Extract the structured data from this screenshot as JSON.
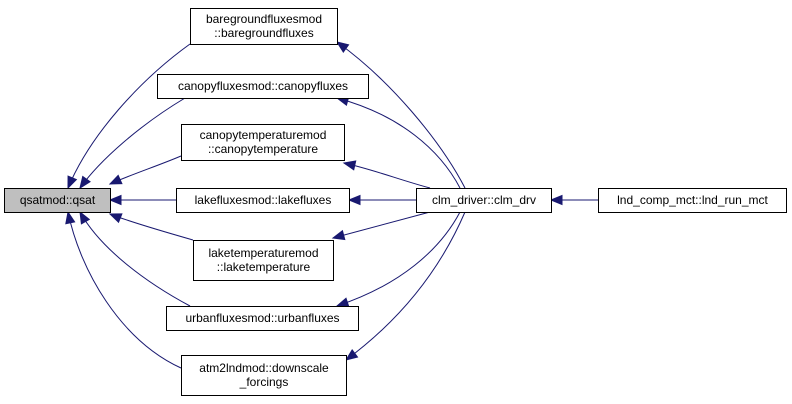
{
  "colors": {
    "edge": "#191970",
    "node_fill": "#ffffff",
    "highlight_fill": "#bfbfbf",
    "border": "#000000"
  },
  "graph": {
    "nodes": [
      {
        "id": "qsat",
        "lines": [
          "qsatmod::qsat"
        ],
        "highlighted": true
      },
      {
        "id": "bareground",
        "lines": [
          "baregroundfluxesmod",
          "::baregroundfluxes"
        ]
      },
      {
        "id": "canopyfluxes",
        "lines": [
          "canopyfluxesmod::canopyfluxes"
        ]
      },
      {
        "id": "canopytemp",
        "lines": [
          "canopytemperaturemod",
          "::canopytemperature"
        ]
      },
      {
        "id": "lakefluxes",
        "lines": [
          "lakefluxesmod::lakefluxes"
        ]
      },
      {
        "id": "laketemp",
        "lines": [
          "laketemperaturemod",
          "::laketemperature"
        ]
      },
      {
        "id": "urbanfluxes",
        "lines": [
          "urbanfluxesmod::urbanfluxes"
        ]
      },
      {
        "id": "downscale",
        "lines": [
          "atm2lndmod::downscale",
          "_forcings"
        ]
      },
      {
        "id": "clmdrv",
        "lines": [
          "clm_driver::clm_drv"
        ]
      },
      {
        "id": "lndrun",
        "lines": [
          "lnd_comp_mct::lnd_run_mct"
        ]
      }
    ],
    "edges": [
      {
        "from": "bareground",
        "to": "qsat"
      },
      {
        "from": "canopyfluxes",
        "to": "qsat"
      },
      {
        "from": "canopytemp",
        "to": "qsat"
      },
      {
        "from": "lakefluxes",
        "to": "qsat"
      },
      {
        "from": "laketemp",
        "to": "qsat"
      },
      {
        "from": "urbanfluxes",
        "to": "qsat"
      },
      {
        "from": "downscale",
        "to": "qsat"
      },
      {
        "from": "clmdrv",
        "to": "bareground"
      },
      {
        "from": "clmdrv",
        "to": "canopyfluxes"
      },
      {
        "from": "clmdrv",
        "to": "canopytemp"
      },
      {
        "from": "clmdrv",
        "to": "lakefluxes"
      },
      {
        "from": "clmdrv",
        "to": "laketemp"
      },
      {
        "from": "clmdrv",
        "to": "urbanfluxes"
      },
      {
        "from": "clmdrv",
        "to": "downscale"
      },
      {
        "from": "lndrun",
        "to": "clmdrv"
      }
    ]
  }
}
